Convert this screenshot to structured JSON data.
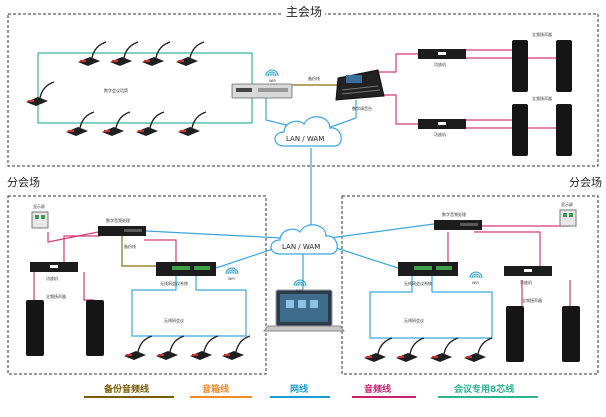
{
  "regions": {
    "main": "主会场",
    "sub_left": "分会场",
    "sub_right": "分会场"
  },
  "labels": {
    "main_mic_group": "数字会议话筒",
    "main_mixer": "数字调音台",
    "main_amp_top": "功放机",
    "main_amp_bottom": "功放机",
    "main_speaker_top": "全频扬声器",
    "main_speaker_bottom": "全频扬声器",
    "main_backup_line": "备份线",
    "wifi": "WiFi",
    "lan_top": "LAN / WAM",
    "lan_middle": "LAN / WAM",
    "left_display": "显示屏",
    "left_processor": "数字音频处理",
    "left_backup_line": "备份线",
    "left_amp": "功放机",
    "left_host": "无线网会议系统",
    "left_speaker": "全频扬声器",
    "left_mic_group": "无线网会议",
    "right_display": "显示屏",
    "right_processor": "数字音频处理",
    "right_host": "无线网会议系统",
    "right_amp": "功放机",
    "right_speaker": "全频扬声器",
    "right_mic_group": "无线网会议"
  },
  "legend": [
    {
      "label": "备份音频线",
      "color": "#7a5c00"
    },
    {
      "label": "音箱线",
      "color": "#f08a2a"
    },
    {
      "label": "网线",
      "color": "#1d9bd6"
    },
    {
      "label": "音频线",
      "color": "#c8246e"
    },
    {
      "label": "会议专用8芯线",
      "color": "#2bb38e"
    }
  ],
  "colors": {
    "backup": "#8a6d10",
    "speaker": "#f08a2a",
    "network": "#3aa6dd",
    "audio": "#d43a7a",
    "conference": "#39b596",
    "device": "#1c1c1c",
    "speaker_box": "#151515"
  }
}
